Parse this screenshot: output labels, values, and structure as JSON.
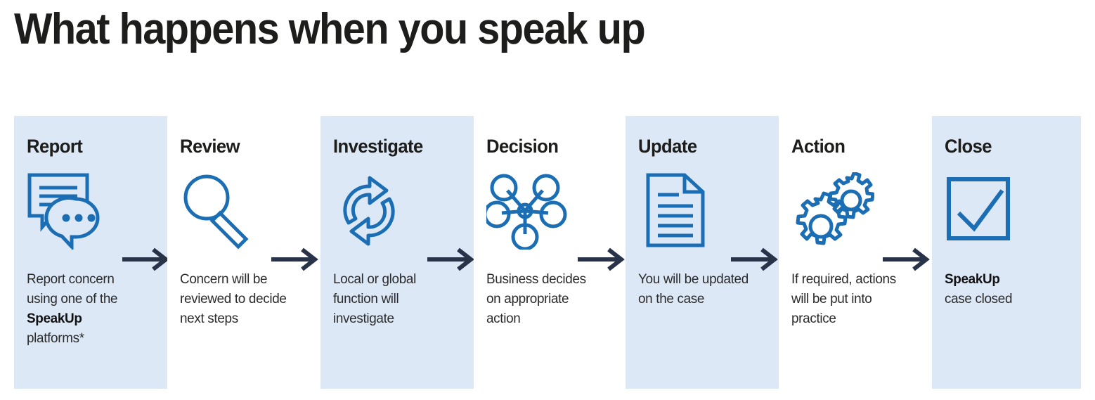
{
  "page": {
    "title": "What happens when you speak up",
    "background": "#ffffff",
    "card_background": "#dde8f7",
    "icon_color": "#1b6eb3",
    "arrow_color": "#28334a",
    "title_color": "#1d1d1b"
  },
  "steps": [
    {
      "title": "Report",
      "icon": "speech-bubbles-icon",
      "shaded": true,
      "desc_lines": [
        "Report concern",
        "using one of the"
      ],
      "desc_bold": "SpeakUp",
      "desc_after": "platforms*",
      "arrow_after": true
    },
    {
      "title": "Review",
      "icon": "magnifier-icon",
      "shaded": false,
      "desc_lines": [
        "Concern will be",
        "reviewed to decide",
        "next steps"
      ],
      "desc_bold": "",
      "desc_after": "",
      "arrow_after": true
    },
    {
      "title": "Investigate",
      "icon": "cycle-arrows-icon",
      "shaded": true,
      "desc_lines": [
        "Local or global",
        "function will",
        "investigate"
      ],
      "desc_bold": "",
      "desc_after": "",
      "arrow_after": true
    },
    {
      "title": "Decision",
      "icon": "network-nodes-icon",
      "shaded": false,
      "desc_lines": [
        "Business decides",
        "on appropriate",
        "action"
      ],
      "desc_bold": "",
      "desc_after": "",
      "arrow_after": true
    },
    {
      "title": "Update",
      "icon": "document-lines-icon",
      "shaded": true,
      "desc_lines": [
        "You will be updated",
        "on the case"
      ],
      "desc_bold": "",
      "desc_after": "",
      "arrow_after": true
    },
    {
      "title": "Action",
      "icon": "gears-icon",
      "shaded": false,
      "desc_lines": [
        "If required, actions",
        "will be put into",
        "practice"
      ],
      "desc_bold": "",
      "desc_after": "",
      "arrow_after": true
    },
    {
      "title": "Close",
      "icon": "checkbox-check-icon",
      "shaded": true,
      "desc_lines": [],
      "desc_bold": "SpeakUp",
      "desc_after": "case closed",
      "arrow_after": false
    }
  ]
}
